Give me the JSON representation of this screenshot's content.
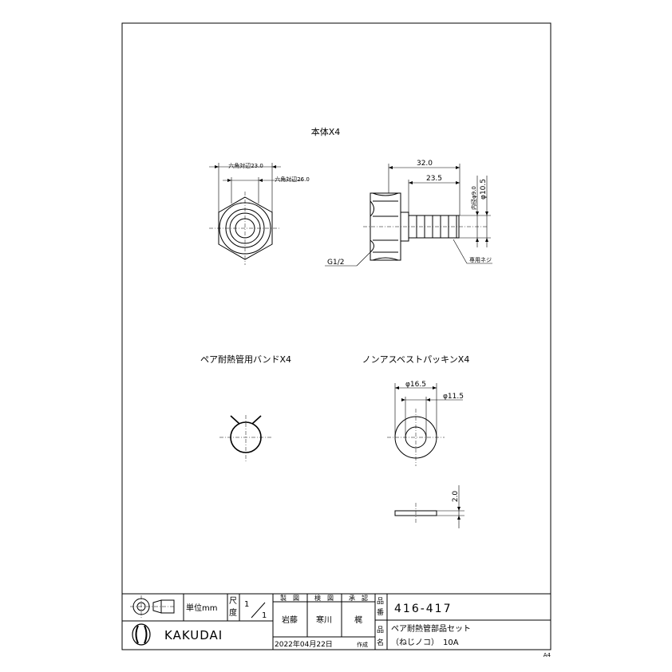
{
  "parts": {
    "body_title": "本体X4",
    "band_title": "ペア耐熱管用バンドX4",
    "packing_title": "ノンアスベストパッキンX4"
  },
  "dims": {
    "hex_across_flats": "六角対辺23.0",
    "hex_across_flats_2": "六角対辺26.0",
    "length_total": "32.0",
    "length_nipple": "23.5",
    "inner_dia": "内径φ9.0",
    "outer_dia": "φ10.5",
    "thread": "G1/2",
    "tube_thread": "専用ネジ",
    "packing_od": "φ16.5",
    "packing_id": "φ11.5",
    "packing_thickness": "2.0"
  },
  "title_block": {
    "unit_label": "単位mm",
    "scale_label_1": "尺",
    "scale_label_2": "度",
    "scale_num": "1",
    "scale_den": "1",
    "role_1": "製　図",
    "role_2": "検　図",
    "role_3": "承　認",
    "name_1": "岩藤",
    "name_2": "寒川",
    "name_3": "梶",
    "date": "2022年04月22日",
    "date_suffix": "作成",
    "part_no_label_1": "品",
    "part_no_label_2": "番",
    "part_no": "416-417",
    "part_name_label_1": "品",
    "part_name_label_2": "名",
    "part_name_1": "ペア耐熱管部品セット",
    "part_name_2": "（ねじノコ）　10A",
    "brand": "KAKUDAI",
    "paper_size": "A4"
  }
}
